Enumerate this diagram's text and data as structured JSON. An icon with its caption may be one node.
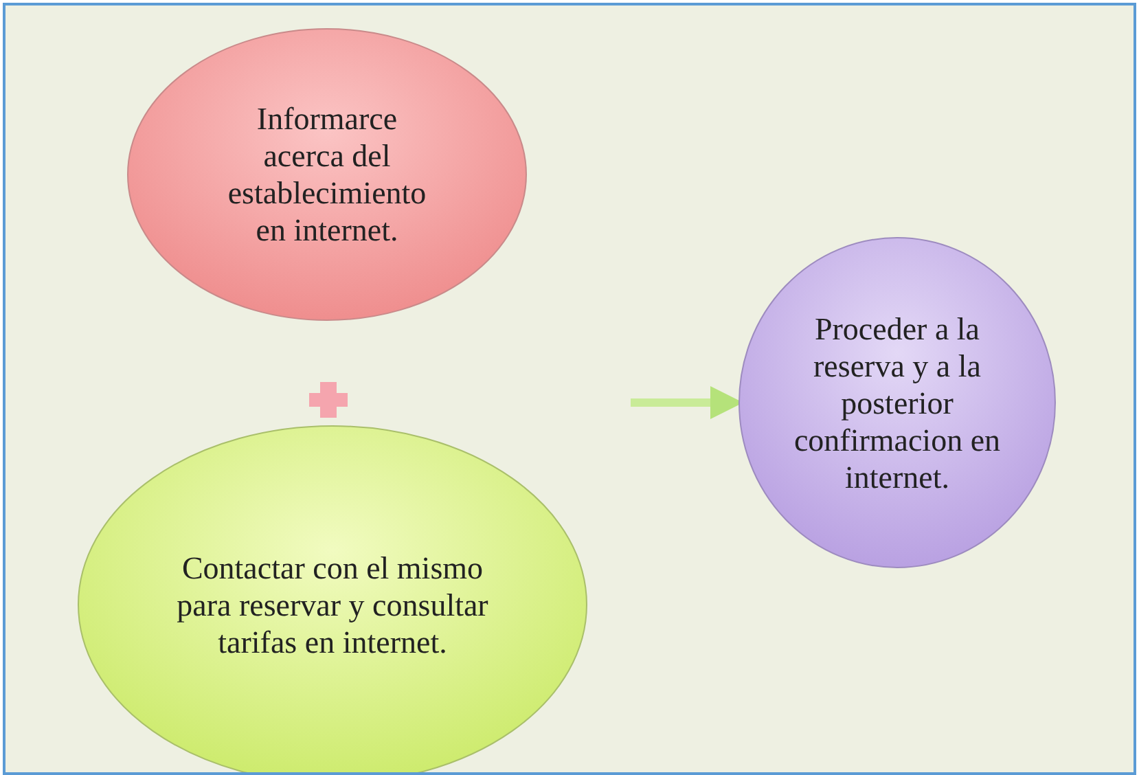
{
  "diagram": {
    "nodes": [
      {
        "text": [
          "Informarce acerca del establecimiento en internet."
        ]
      },
      {
        "text": [
          "Contactar con el mismo para reservar y consultar tarifas en internet."
        ]
      },
      {
        "text": [
          "Proceder a la reserva y a la posterior confirmacion en internet."
        ]
      }
    ],
    "edges": [
      {
        "from": null,
        "to": 2,
        "arrow": "to"
      }
    ]
  }
}
